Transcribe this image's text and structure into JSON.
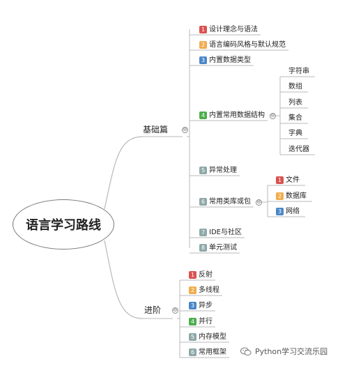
{
  "central": "语言学习路线",
  "branches": [
    {
      "label": "基础篇",
      "items": [
        {
          "num": "1",
          "color": "#d9534f",
          "text": "设计理念与语法"
        },
        {
          "num": "2",
          "color": "#f0ad4e",
          "text": "语言编码风格与默认规范"
        },
        {
          "num": "3",
          "color": "#4a86c8",
          "text": "内置数据类型"
        },
        {
          "num": "4",
          "color": "#4cae4c",
          "text": "内置常用数据结构",
          "children": [
            "字符串",
            "数组",
            "列表",
            "集合",
            "字典",
            "迭代器"
          ]
        },
        {
          "num": "5",
          "color": "#8fa8a8",
          "text": "异常处理"
        },
        {
          "num": "6",
          "color": "#8fa8a8",
          "text": "常用类库或包",
          "children_badged": [
            {
              "num": "1",
              "color": "#d9534f",
              "text": "文件"
            },
            {
              "num": "2",
              "color": "#f0ad4e",
              "text": "数据库"
            },
            {
              "num": "3",
              "color": "#4a86c8",
              "text": "网络"
            }
          ]
        },
        {
          "num": "7",
          "color": "#8fa8a8",
          "text": "IDE与社区"
        },
        {
          "num": "8",
          "color": "#8fa8a8",
          "text": "单元测试"
        }
      ]
    },
    {
      "label": "进阶",
      "items": [
        {
          "num": "1",
          "color": "#d9534f",
          "text": "反射"
        },
        {
          "num": "2",
          "color": "#f0ad4e",
          "text": "多线程"
        },
        {
          "num": "3",
          "color": "#4a86c8",
          "text": "异步"
        },
        {
          "num": "4",
          "color": "#4cae4c",
          "text": "并行"
        },
        {
          "num": "5",
          "color": "#8fa8a8",
          "text": "内存模型"
        },
        {
          "num": "6",
          "color": "#8fa8a8",
          "text": "常用框架"
        }
      ]
    }
  ],
  "watermark": "Python学习交流乐园",
  "line_color": "#b8b8b8"
}
